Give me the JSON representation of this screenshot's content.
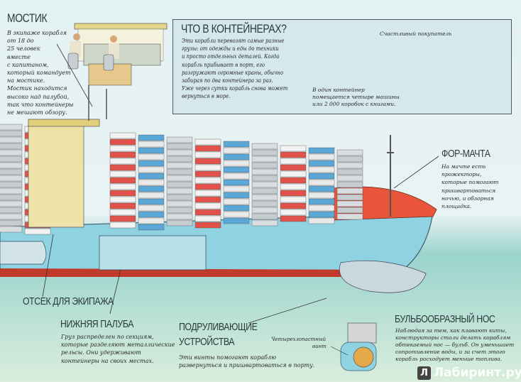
{
  "bridge": {
    "title": "МОСТИК",
    "lines": [
      "В экипаже корабля",
      "от 18 до",
      "25 человек",
      "вместе",
      "с капитаном,",
      "который командует",
      "на мостике.",
      "Мостик находится",
      "высоко над палубой,",
      "так что контейнеры",
      "не мешают обзору."
    ]
  },
  "containers_box": {
    "title": "ЧТО В КОНТЕЙНЕРАХ?",
    "lines": [
      "Эти корабли перевозят самые разные",
      "грузы: от одежды и еды до техники",
      "и просто отдельных деталей. Когда",
      "корабль прибывает в порт, его",
      "разгружают огромные краны, обычно",
      "забирая по два контейнера за раз.",
      "Уже через сутки корабль снова может",
      "вернуться в море."
    ],
    "caption_lines": [
      "В один контейнер",
      "помещается четыре машины",
      "или 2 000 коробок с книгами."
    ],
    "buyer_label": "Счастливый покупатель"
  },
  "foremast": {
    "title": "ФОР-МАЧТА",
    "lines": [
      "На мачте есть",
      "прожекторы,",
      "которые помогают",
      "пришвартоваться",
      "ночью, и обзорная",
      "площадка."
    ]
  },
  "crew": {
    "title": "ОТСЕК ДЛЯ ЭКИПАЖА"
  },
  "lower_deck": {
    "title": "НИЖНЯЯ ПАЛУБА",
    "lines": [
      "Груз распределен по секциям,",
      "которые разделяют металлические",
      "рельсы. Они удерживают",
      "контейнеры на своих местах."
    ]
  },
  "thrusters": {
    "title_lines": [
      "ПОДРУЛИВАЮЩИЕ",
      "УСТРОЙСТВА"
    ],
    "lines": [
      "Эти винты помогают кораблю",
      "развернуться и пришвартоваться в порту."
    ],
    "propeller_label_lines": [
      "Четырехлопастный",
      "винт"
    ]
  },
  "bulb": {
    "title": "БУЛЬБООБРАЗНЫЙ НОС",
    "lines": [
      "Наблюдая за тем, как плавают киты,",
      "конструкторы стали делать кораблям",
      "обтекаемый нос — бульб. Он уменьшает",
      "сопротивление воды, и за счет этого",
      "корабль расходует меньше топлива."
    ]
  },
  "watermark": {
    "icon": "Л",
    "text": "Лабиринт.ру"
  },
  "colors": {
    "hull": "#8fd2e2",
    "bow_deck": "#e8553a",
    "hull_stripe": "#c23a2c",
    "sea": "#9ad3cd",
    "sky": "#e4f1f3"
  }
}
